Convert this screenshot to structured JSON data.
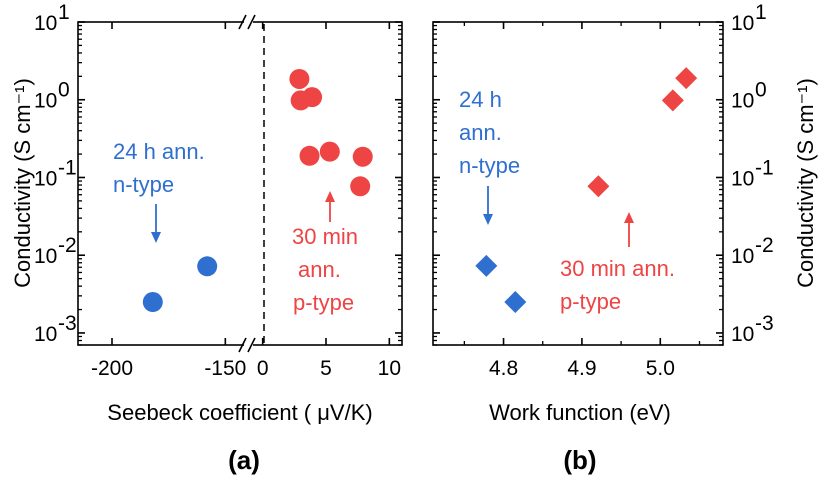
{
  "colors": {
    "blue": "#2f6fd0",
    "red": "#ee4444"
  },
  "chart_data": [
    {
      "panel": "(a)",
      "type": "scatter",
      "xlabel": "Seebeck coefficient ( μV/K)",
      "ylabel": "Conductivity (S cm⁻¹)",
      "yscale": "log",
      "ylim": [
        0.0007,
        10
      ],
      "yticks": [
        {
          "value": 10,
          "base": "10",
          "exp": "1"
        },
        {
          "value": 1,
          "base": "10",
          "exp": "0"
        },
        {
          "value": 0.1,
          "base": "10",
          "exp": "-1"
        },
        {
          "value": 0.01,
          "base": "10",
          "exp": "-2"
        },
        {
          "value": 0.001,
          "base": "10",
          "exp": "-3"
        }
      ],
      "broken_x_axis": true,
      "x_segments": [
        {
          "xlim": [
            -215,
            -140
          ],
          "ticks": [
            "-200",
            "-150"
          ],
          "tick_values": [
            -200,
            -150
          ]
        },
        {
          "xlim": [
            -1,
            11
          ],
          "ticks": [
            "0",
            "5",
            "10"
          ],
          "tick_values": [
            0,
            5,
            10
          ]
        }
      ],
      "series": [
        {
          "color": "blue",
          "marker": "circle",
          "segment": 0,
          "points": [
            {
              "x": -182,
              "y": 0.0025
            },
            {
              "x": -158,
              "y": 0.0072
            }
          ]
        },
        {
          "color": "red",
          "marker": "circle",
          "segment": 1,
          "points": [
            {
              "x": 2.9,
              "y": 1.85
            },
            {
              "x": 3.0,
              "y": 0.98
            },
            {
              "x": 3.9,
              "y": 1.08
            },
            {
              "x": 3.7,
              "y": 0.19
            },
            {
              "x": 5.3,
              "y": 0.215
            },
            {
              "x": 7.9,
              "y": 0.185
            },
            {
              "x": 7.7,
              "y": 0.077
            }
          ]
        }
      ],
      "annotations": [
        {
          "color": "blue",
          "lines": [
            "24 h ann.",
            "n-type"
          ]
        },
        {
          "color": "red",
          "lines": [
            "30 min",
            "ann.",
            "p-type"
          ]
        }
      ]
    },
    {
      "panel": "(b)",
      "type": "scatter",
      "xlabel": "Work function (eV)",
      "ylabel": "Conductivity (S cm⁻¹)",
      "yscale": "log",
      "ylim": [
        0.0007,
        10
      ],
      "yticks": [
        {
          "value": 10,
          "base": "10",
          "exp": "1"
        },
        {
          "value": 1,
          "base": "10",
          "exp": "0"
        },
        {
          "value": 0.1,
          "base": "10",
          "exp": "-1"
        },
        {
          "value": 0.01,
          "base": "10",
          "exp": "-2"
        },
        {
          "value": 0.001,
          "base": "10",
          "exp": "-3"
        }
      ],
      "xlim": [
        4.71,
        5.08
      ],
      "xticks": [
        "4.8",
        "4.9",
        "5.0"
      ],
      "xtick_values": [
        4.8,
        4.9,
        5.0
      ],
      "series": [
        {
          "color": "blue",
          "marker": "diamond",
          "points": [
            {
              "x": 4.778,
              "y": 0.0073
            },
            {
              "x": 4.815,
              "y": 0.0025
            }
          ]
        },
        {
          "color": "red",
          "marker": "diamond",
          "points": [
            {
              "x": 4.921,
              "y": 0.077
            },
            {
              "x": 5.016,
              "y": 0.98
            },
            {
              "x": 5.033,
              "y": 1.9
            }
          ]
        }
      ],
      "annotations": [
        {
          "color": "blue",
          "lines": [
            "24 h",
            "ann.",
            "n-type"
          ]
        },
        {
          "color": "red",
          "lines": [
            "30 min ann.",
            "p-type"
          ]
        }
      ]
    }
  ]
}
